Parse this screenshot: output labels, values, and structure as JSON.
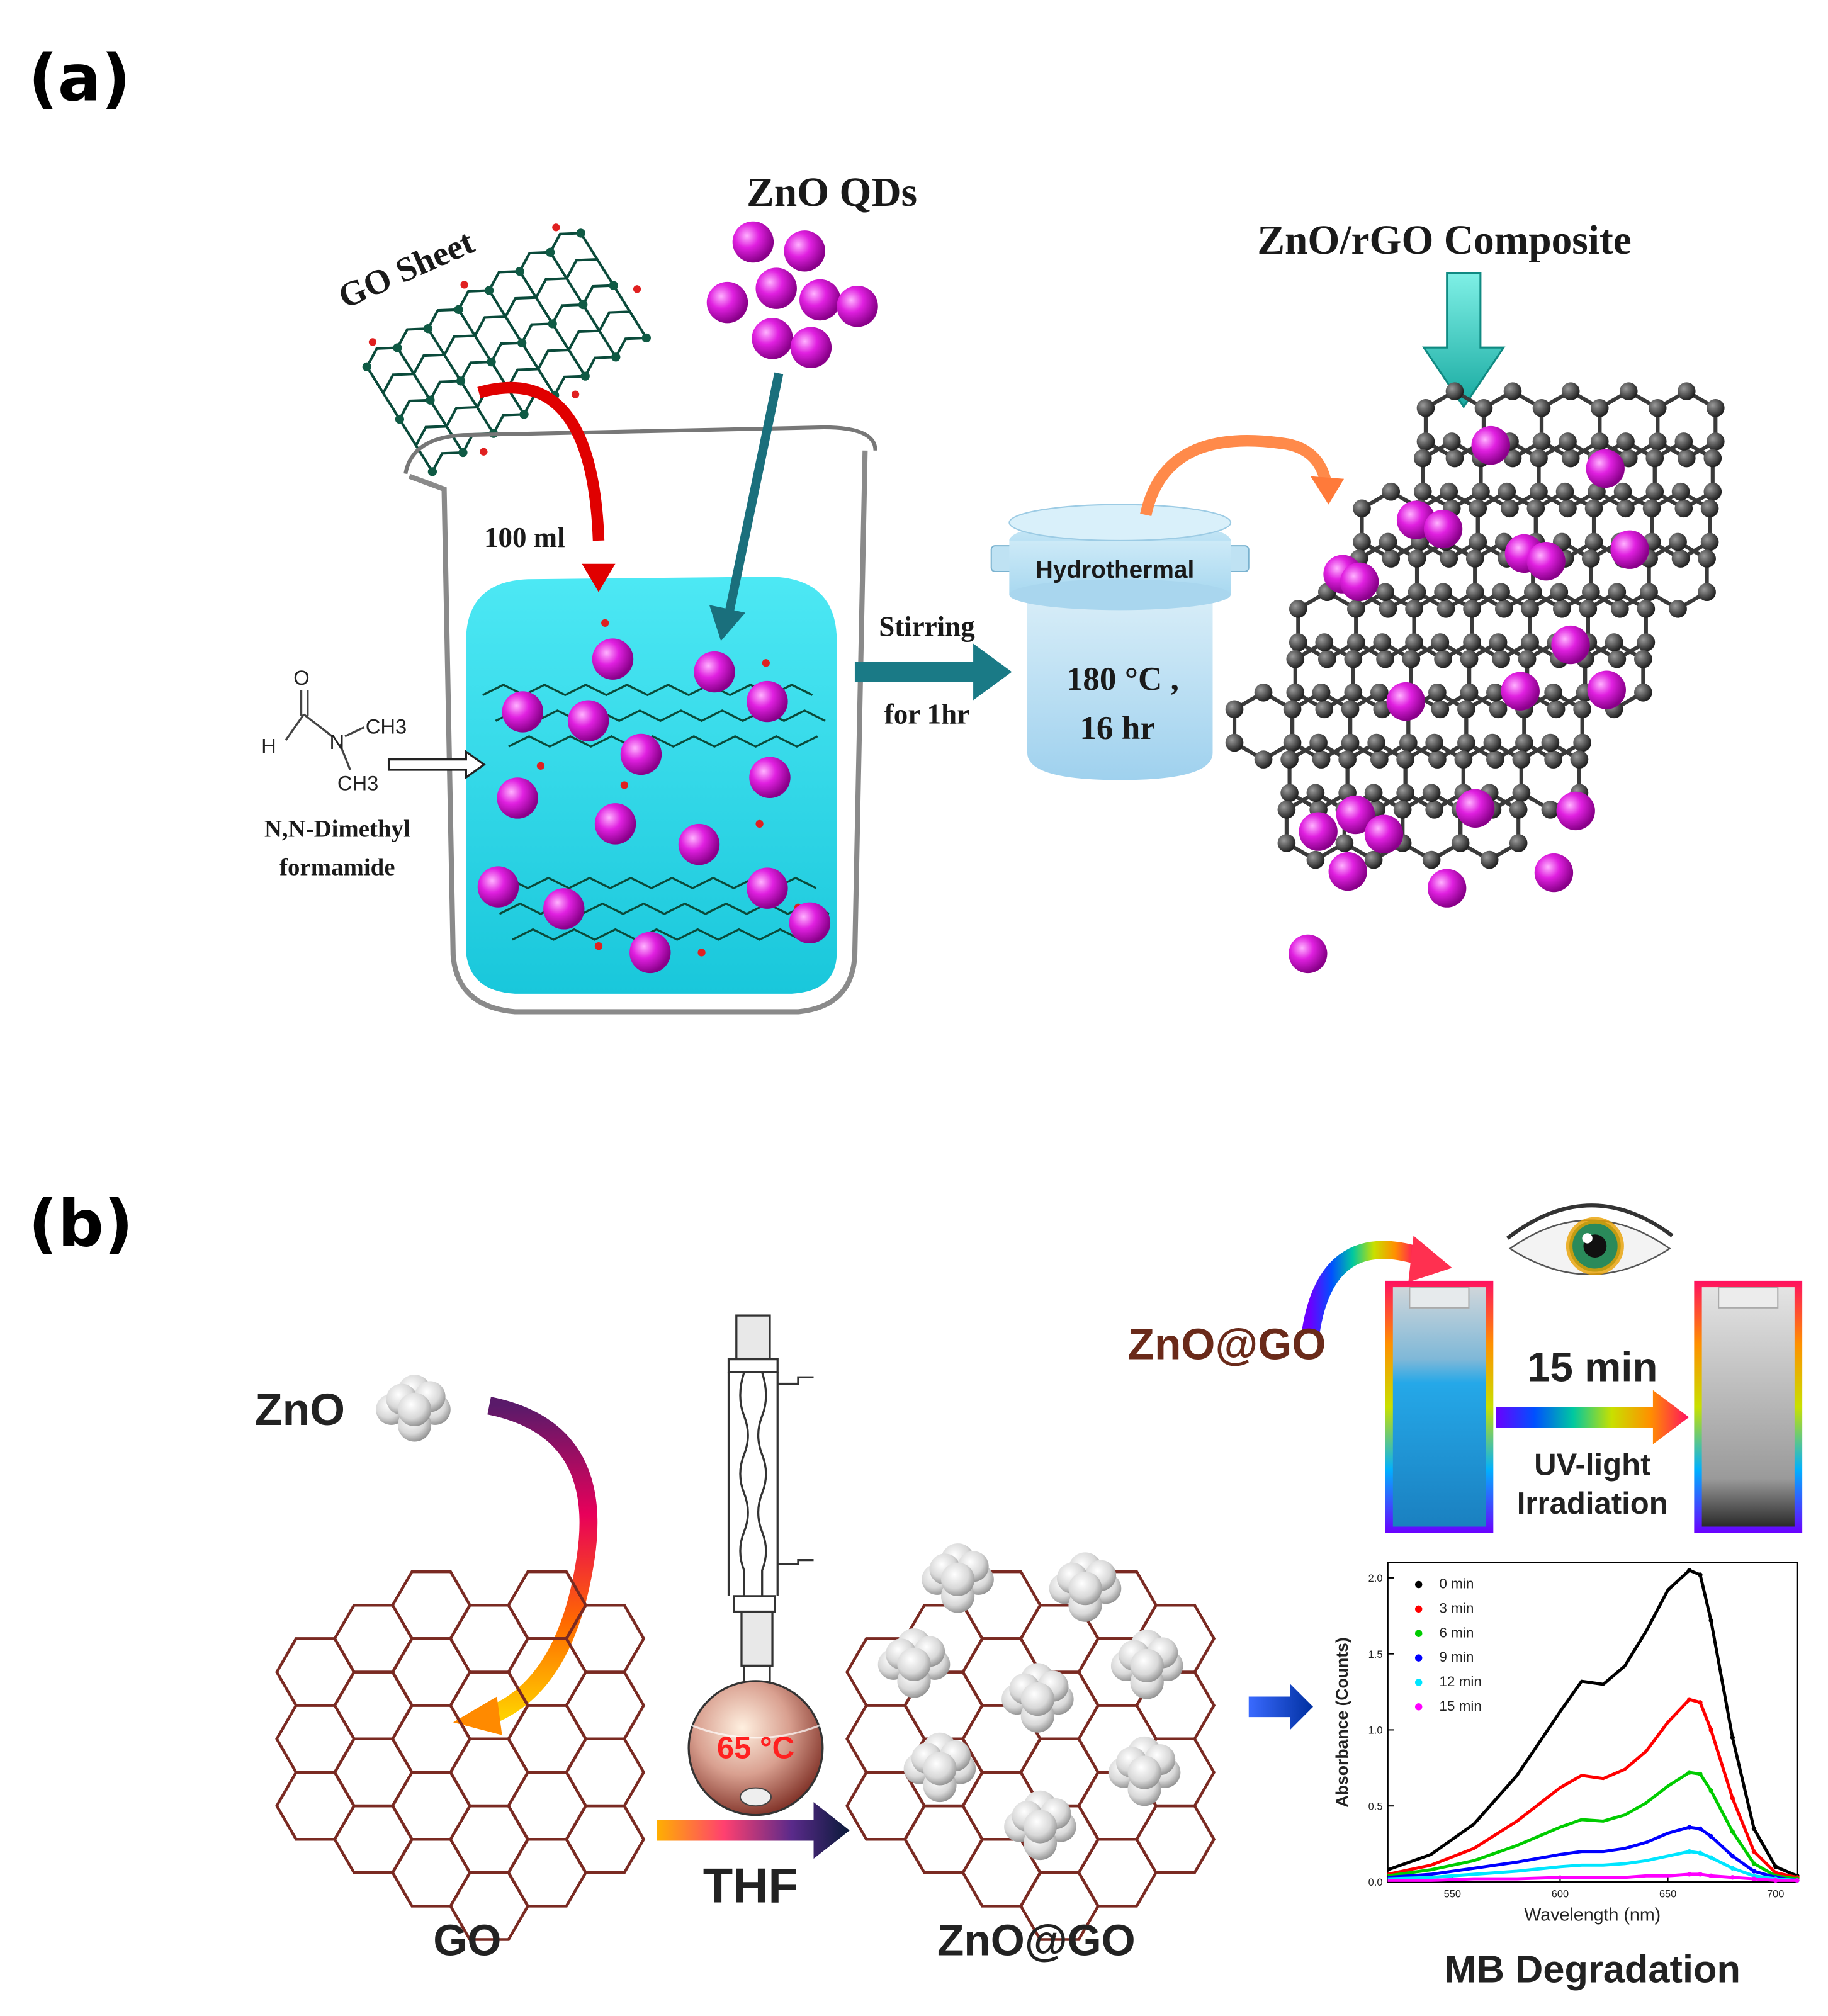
{
  "panel_a": {
    "label": "(a)",
    "go_sheet": "GO Sheet",
    "zno_qds": "ZnO QDs",
    "composite": "ZnO/rGO Composite",
    "volume": "100 ml",
    "dmf_name_line1": "N,N-Dimethyl",
    "dmf_name_line2": "formamide",
    "dmf_h": "H",
    "dmf_o": "O",
    "dmf_n": "N",
    "dmf_ch3_a": "CH3",
    "dmf_ch3_b": "CH3",
    "stirring_line1": "Stirring",
    "stirring_line2": "for 1hr",
    "hydrothermal": "Hydrothermal",
    "temp_line1": "180 °C ,",
    "temp_line2": "16 hr"
  },
  "panel_b": {
    "label": "(b)",
    "zno": "ZnO",
    "go": "GO",
    "reflux_temp": "65 °C",
    "solvent": "THF",
    "product": "ZnO@GO",
    "cuvette_label": "ZnO@GO",
    "time": "15 min",
    "uv_line1": "UV-light",
    "uv_line2": "Irradiation",
    "mb": "MB Degradation"
  },
  "chart_data": {
    "type": "line",
    "xlabel": "Wavelength (nm)",
    "ylabel": "Absorbance (Counts)",
    "xlim": [
      520,
      710
    ],
    "ylim": [
      0,
      2.1
    ],
    "xticks": [
      "550",
      "600",
      "650",
      "700"
    ],
    "yticks": [
      "0.0",
      "0.5",
      "1.0",
      "1.5",
      "2.0"
    ],
    "legend_position": "top-left",
    "x": [
      520,
      540,
      560,
      580,
      600,
      610,
      620,
      630,
      640,
      650,
      660,
      665,
      670,
      680,
      690,
      700,
      710
    ],
    "series": [
      {
        "name": "0 min",
        "color": "#000000",
        "values": [
          0.08,
          0.18,
          0.38,
          0.7,
          1.12,
          1.32,
          1.3,
          1.42,
          1.65,
          1.92,
          2.05,
          2.02,
          1.72,
          0.95,
          0.35,
          0.1,
          0.04
        ]
      },
      {
        "name": "3 min",
        "color": "#ff0000",
        "values": [
          0.05,
          0.11,
          0.22,
          0.4,
          0.62,
          0.7,
          0.68,
          0.74,
          0.86,
          1.05,
          1.2,
          1.18,
          1.0,
          0.55,
          0.2,
          0.06,
          0.03
        ]
      },
      {
        "name": "6 min",
        "color": "#00cc00",
        "values": [
          0.04,
          0.08,
          0.14,
          0.24,
          0.36,
          0.41,
          0.4,
          0.44,
          0.52,
          0.63,
          0.72,
          0.71,
          0.6,
          0.33,
          0.12,
          0.04,
          0.02
        ]
      },
      {
        "name": "9 min",
        "color": "#0000ff",
        "values": [
          0.03,
          0.05,
          0.09,
          0.13,
          0.18,
          0.2,
          0.2,
          0.22,
          0.26,
          0.32,
          0.36,
          0.35,
          0.3,
          0.17,
          0.07,
          0.03,
          0.01
        ]
      },
      {
        "name": "12 min",
        "color": "#00e5ff",
        "values": [
          0.02,
          0.03,
          0.05,
          0.07,
          0.1,
          0.11,
          0.11,
          0.12,
          0.14,
          0.17,
          0.2,
          0.19,
          0.16,
          0.09,
          0.04,
          0.02,
          0.01
        ]
      },
      {
        "name": "15 min",
        "color": "#ff00ff",
        "values": [
          0.01,
          0.01,
          0.02,
          0.02,
          0.03,
          0.03,
          0.03,
          0.03,
          0.04,
          0.04,
          0.05,
          0.05,
          0.04,
          0.03,
          0.02,
          0.01,
          0.01
        ]
      }
    ]
  }
}
